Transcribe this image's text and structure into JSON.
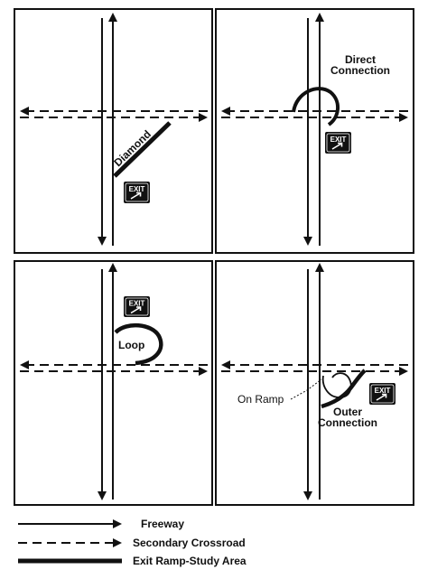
{
  "panels": [
    {
      "id": "diamond",
      "ramp_label": "Diamond",
      "sign_text": "EXIT"
    },
    {
      "id": "direct",
      "ramp_label_line1": "Direct",
      "ramp_label_line2": "Connection",
      "sign_text": "EXIT"
    },
    {
      "id": "loop",
      "ramp_label": "Loop",
      "sign_text": "EXIT"
    },
    {
      "id": "outer",
      "ramp_label_line1": "Outer",
      "ramp_label_line2": "Connection",
      "on_ramp_label": "On Ramp",
      "sign_text": "EXIT"
    }
  ],
  "legend": {
    "freeway": "Freeway",
    "crossroad": "Secondary Crossroad",
    "ramp": "Exit Ramp-Study Area"
  },
  "colors": {
    "line": "#111111",
    "sign_bg": "#111111",
    "sign_text": "#ffffff",
    "background": "#ffffff"
  }
}
